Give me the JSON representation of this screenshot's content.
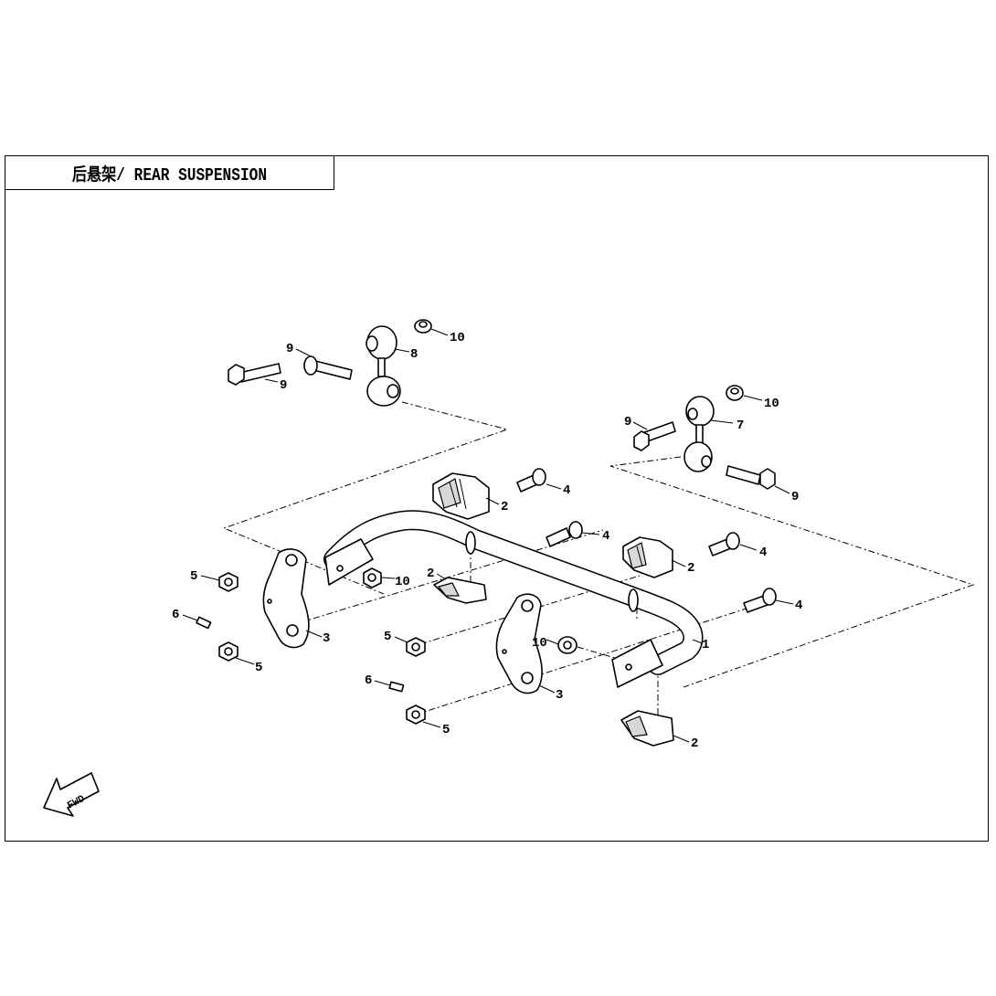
{
  "title": "后悬架/ REAR SUSPENSION",
  "fwd_label": "FWD",
  "callouts": {
    "c1": "1",
    "c2a": "2",
    "c2b": "2",
    "c2c": "2",
    "c2d": "2",
    "c3a": "3",
    "c3b": "3",
    "c4a": "4",
    "c4b": "4",
    "c4c": "4",
    "c4d": "4",
    "c5a": "5",
    "c5b": "5",
    "c5c": "5",
    "c5d": "5",
    "c6a": "6",
    "c6b": "6",
    "c7": "7",
    "c8": "8",
    "c9a": "9",
    "c9b": "9",
    "c9c": "9",
    "c9d": "9",
    "c10a": "10",
    "c10b": "10",
    "c10c": "10",
    "c10d": "10"
  }
}
